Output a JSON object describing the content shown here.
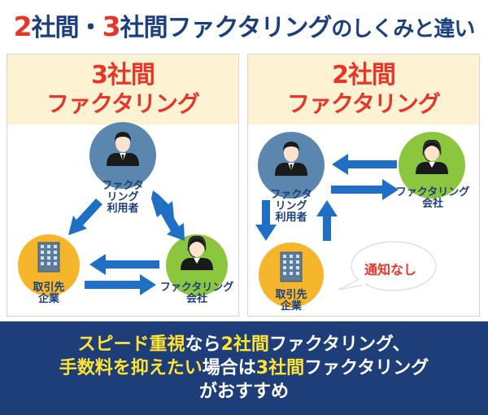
{
  "header": {
    "title_parts": [
      "2",
      "社間・",
      "3",
      "社間ファクタリング",
      "のしくみと違い"
    ]
  },
  "left_panel": {
    "title_num": "3",
    "title_rest": "社間",
    "subtitle": "ファクタリング",
    "nodes": {
      "user": "ファクタ\nリング\n利用者",
      "client": "取引先\n企業",
      "factor": "ファクタリング\n会社"
    }
  },
  "right_panel": {
    "title_num": "2",
    "title_rest": "社間",
    "subtitle": "ファクタリング",
    "nodes": {
      "user": "ファクタ\nリング\n利用者",
      "client": "取引先\n企業",
      "factor": "ファクタリング\n会社"
    },
    "bubble": "通知なし"
  },
  "footer": {
    "line1": [
      "スピード重視",
      "なら",
      "2社間",
      "ファクタリング、"
    ],
    "line2": [
      "手数料を抑えたい",
      "場合は",
      "3社間",
      "ファクタリング"
    ],
    "line3": "がおすすめ"
  },
  "colors": {
    "navy": "#1b3f7d",
    "red": "#e8352a",
    "yellow": "#ffe335",
    "arrow_blue": "#1f6fc4",
    "user_circle": "#5b86ad",
    "client_circle": "#f6b62b",
    "factor_circle": "#8cc63f",
    "band": "#fdf3d2"
  },
  "icons": [
    "businessman-icon",
    "building-icon",
    "operator-headset-icon",
    "arrow-icon",
    "speech-bubble-icon"
  ]
}
